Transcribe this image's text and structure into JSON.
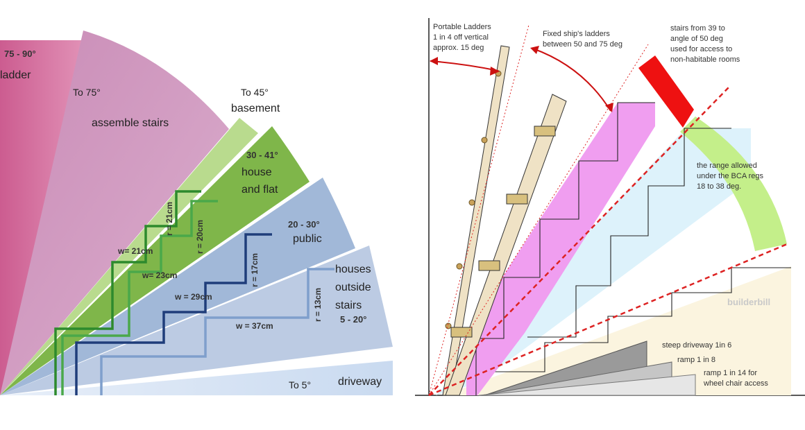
{
  "left": {
    "labels": {
      "ladder_range": "75  -  90°",
      "ladder": "ladder",
      "to75": "To 75°",
      "assemble": "assemble stairs",
      "to45": "To 45°",
      "basement": "basement",
      "house_range": "30 - 41°",
      "house": "house",
      "and_flat": "and flat",
      "public_range": "20 - 30°",
      "public": "public",
      "houses": "houses",
      "outside": "outside",
      "stairs": "stairs",
      "outside_range": "5  -  20°",
      "to5": "To 5°",
      "driveway": "driveway"
    },
    "dims": {
      "r21": "r = 21cm",
      "r20": "r = 20cm",
      "r17": "r = 17cm",
      "r13": "r = 13cm",
      "w21": "w= 21cm",
      "w23": "w= 23cm",
      "w29": "w = 29cm",
      "w37": "w = 37cm"
    },
    "colors": {
      "ladder": "#d77aa5",
      "assemble": "#d5a1c5",
      "basement": "#b9db8e",
      "house": "#7fb64a",
      "public": "#a1b8d8",
      "outside": "#bccbe3",
      "driveway": "#dbe6f4",
      "stair_dark_green": "#2d8a2d",
      "stair_light_green": "#4aa84a",
      "stair_navy": "#1f3d7a",
      "stair_light_blue": "#7f9fcc"
    }
  },
  "right": {
    "labels": {
      "portable_1": "Portable Ladders",
      "portable_2": "1 in 4 off vertical",
      "portable_3": "approx. 15 deg",
      "ship_1": "Fixed ship's ladders",
      "ship_2": "between 50 and 75 deg",
      "stairs_1": "stairs from 39 to",
      "stairs_2": "angle of 50 deg",
      "stairs_3": "used for access to",
      "stairs_4": "non-habitable rooms",
      "bca_1": "the range allowed",
      "bca_2": "under the BCA regs",
      "bca_3": "18 to 38 deg.",
      "watermark": "builderbill",
      "steep": "steep driveway 1in 6",
      "ramp8": "ramp 1 in 8",
      "ramp14_1": "ramp 1 in 14 for",
      "ramp14_2": "wheel chair access"
    },
    "colors": {
      "ladder": "#efe2c5",
      "ship_stair": "#f09ef0",
      "bca_band": "#ddf2fb",
      "green_arc": "#c4ef8a",
      "red_band": "#ee1111",
      "guide_red": "#dd2222",
      "low_band": "#fbf4df",
      "ramp_dark": "#9a9a9a",
      "ramp_mid": "#c6c6c6",
      "ramp_light": "#e6e6e6"
    }
  }
}
